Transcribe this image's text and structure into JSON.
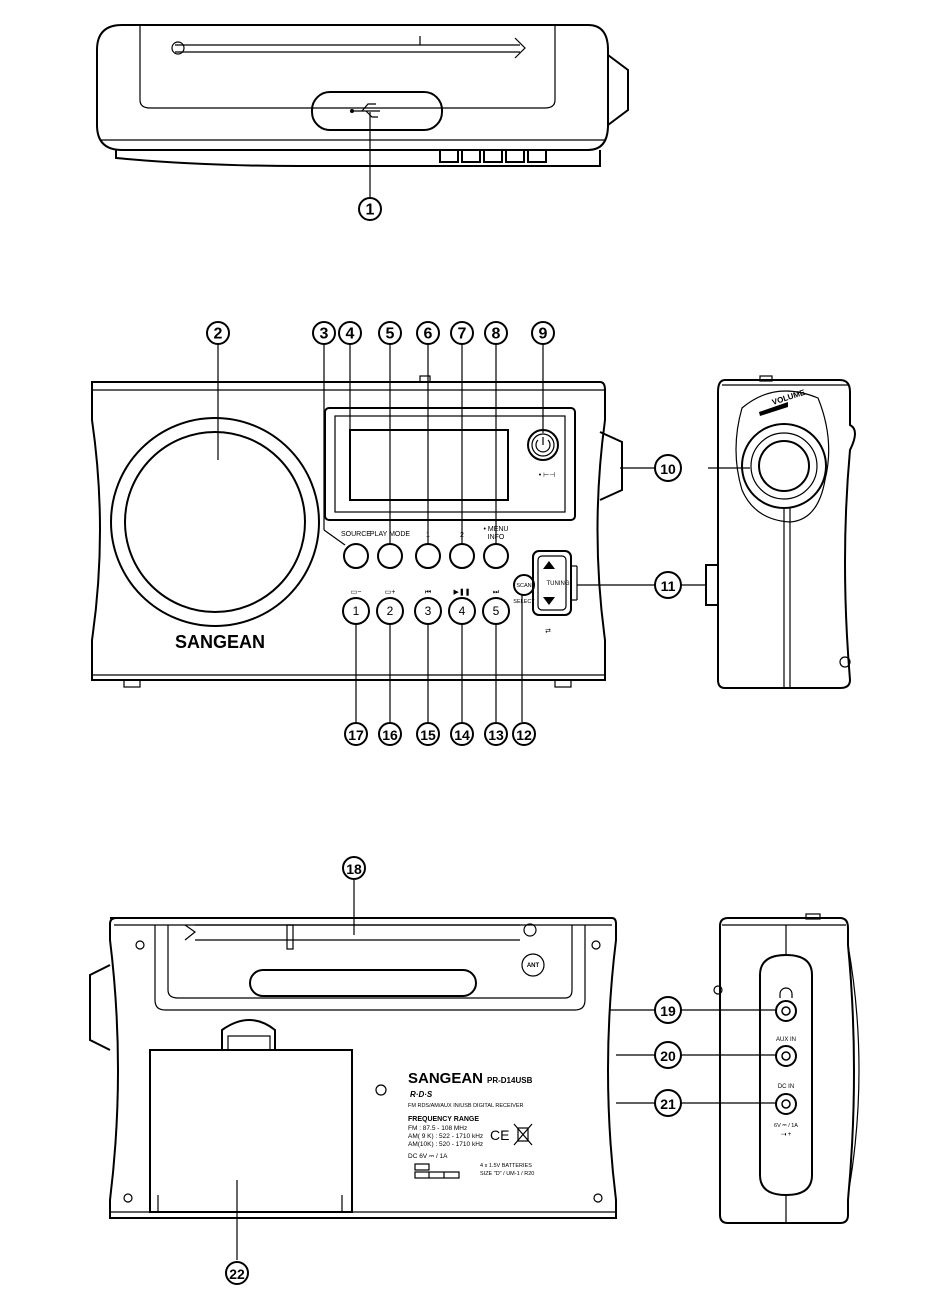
{
  "callouts": [
    "1",
    "2",
    "3",
    "4",
    "5",
    "6",
    "7",
    "8",
    "9",
    "10",
    "11",
    "12",
    "13",
    "14",
    "15",
    "16",
    "17",
    "18",
    "19",
    "20",
    "21",
    "22"
  ],
  "front_panel": {
    "brand": "SANGEAN",
    "btn_top_labels": [
      "SOURCE",
      "PLAY MODE",
      "1",
      "2",
      "• MENU",
      "INFO"
    ],
    "preset_labels": [
      "1",
      "2",
      "3",
      "4",
      "5"
    ],
    "scan_label": "SCAN",
    "select_label": "SELECT",
    "tuning_label": "TUNING"
  },
  "side_panel": {
    "volume_label": "VOLUME"
  },
  "rear_panel": {
    "brand": "SANGEAN",
    "model": "PR-D14USB",
    "rds_label": "R·D·S",
    "receiver_desc": "FM RDS/AM/AUX IN/USB DIGITAL RECEIVER",
    "freq_title": "FREQUENCY RANGE",
    "freq_lines": [
      "FM : 87.5 - 108  MHz",
      "AM( 9 K) : 522 - 1710 kHz",
      "AM(10K) : 520 - 1710 kHz"
    ],
    "dc_line": "DC  6V ⎓ / 1A",
    "ce_mark": "CE",
    "battery_lines": [
      "4 x 1.5V BATTERIES",
      "SIZE \"D\" / UM-1 / R20"
    ],
    "ant_label": "ANT"
  },
  "jacks_panel": {
    "aux_label": "AUX IN",
    "dc_label": "DC IN",
    "dc_spec": "6V ⎓ / 1A"
  }
}
